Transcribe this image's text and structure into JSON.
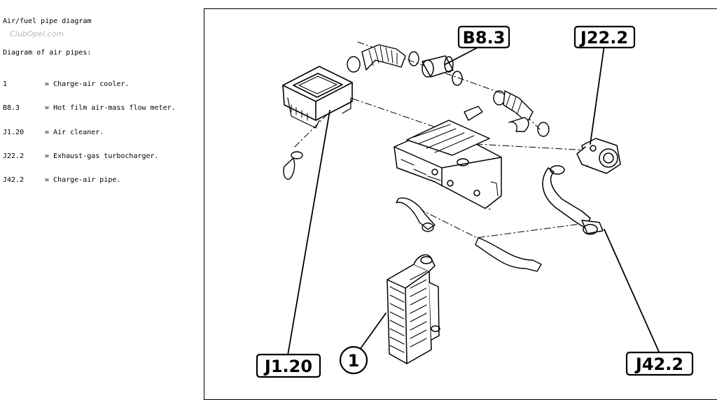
{
  "text_panel": {
    "title": "Air/fuel pipe diagram",
    "subtitle": "Diagram of air pipes:",
    "legend": [
      {
        "key": "1",
        "sep": "=",
        "desc": "Charge-air cooler."
      },
      {
        "key": "B8.3",
        "sep": "=",
        "desc": "Hot film air-mass flow meter."
      },
      {
        "key": "J1.20",
        "sep": "=",
        "desc": "Air cleaner."
      },
      {
        "key": "J22.2",
        "sep": "=",
        "desc": "Exhaust-gas turbocharger."
      },
      {
        "key": "J42.2",
        "sep": "=",
        "desc": "Charge-air pipe."
      }
    ]
  },
  "watermark": {
    "text": "ClubOpel.com"
  },
  "diagram": {
    "callouts": {
      "b83": "B8.3",
      "j222": "J22.2",
      "j120": "J1.20",
      "one": "1",
      "j422": "J42.2"
    },
    "colors": {
      "ink": "#000000",
      "paper": "#ffffff"
    }
  }
}
